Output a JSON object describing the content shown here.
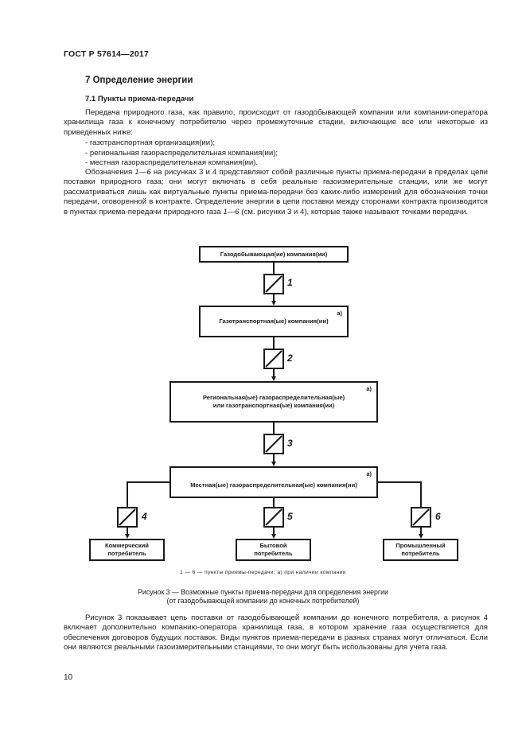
{
  "header": {
    "standard": "ГОСТ Р 57614—2017"
  },
  "section": {
    "title": "7 Определение энергии",
    "subtitle": "7.1 Пункты приема-передачи"
  },
  "paragraphs": {
    "p1": "Передача природного газа, как правило, происходит от газодобывающей компании или компании-оператора хранилища газа к конечному потребителю через промежуточные стадии, включающие все или некоторые из приведенных ниже:",
    "list": [
      "- газотранспортная организация(ии);",
      "- региональная газораспределительная компания(ии);",
      "- местная газораспределительная компания(ии)."
    ],
    "p2_a": "Обозначения ",
    "p2_ref1": "1—6",
    "p2_b": " на рисунках 3 и 4 представляют собой различные пункты приема-передачи в пределах цепи поставки природного газа; они могут включать в себя реальные газоизмерительные станции, или же могут рассматриваться лишь как виртуальные пункты приема-передачи без каких-либо измерений для обозначения точки передачи, оговоренной в контракте. Определение энергии в цепи поставки между сторонами контракта производится в пунктах приема-передачи природного газа ",
    "p2_ref2": "1—6",
    "p2_c": " (см. рисунки 3 и 4), которые также называют точками передачи.",
    "p3": "Рисунок 3 показывает цепь поставки от газодобывающей компании до конечного потребителя, а рисунок 4 включает дополнительно компанию-оператора хранилища газа, в котором хранение газа осуществляется для обеспечения договоров будущих поставок. Виды пунктов приема-передачи в разных странах могут отличаться. Если они являются реальными газоизмерительными станциями, то они могут быть использованы для учета газа."
  },
  "diagram": {
    "boxes": {
      "producer": "Газодобывающая(ие) компания(ии)",
      "transport": "Газотранспортная(ые) компания(ии)",
      "regional_l1": "Региональная(ые) газораспределительная(ые)",
      "regional_l2": "или газотранспортная(ые) компания(ии)",
      "local": "Местная(ые) газораспределительная(ые) компания(ии)",
      "commercial_l1": "Коммерческий",
      "commercial_l2": "потребитель",
      "household_l1": "Бытовой",
      "household_l2": "потребитель",
      "industrial_l1": "Промышленный",
      "industrial_l2": "потребитель"
    },
    "marks": {
      "a": "а)"
    },
    "points": [
      "1",
      "2",
      "3",
      "4",
      "5",
      "6"
    ],
    "legend": "1 — 6 — пункты приемы-передачи;  а) при наличии компании"
  },
  "caption": {
    "line1": "Рисунок 3 — Возможные пункты приема-передачи для определения энергии",
    "line2": "(от газодобывающей компании до конечных потребителей)"
  },
  "footer": {
    "page_number": "10"
  }
}
